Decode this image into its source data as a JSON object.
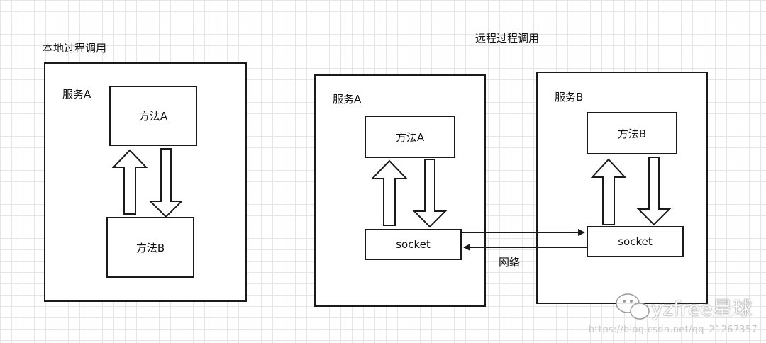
{
  "local": {
    "title": "本地过程调用",
    "service_label": "服务A",
    "method_a": "方法A",
    "method_b": "方法B"
  },
  "remote": {
    "title": "远程过程调用",
    "service_a": {
      "label": "服务A",
      "method": "方法A",
      "socket": "socket"
    },
    "service_b": {
      "label": "服务B",
      "method": "方法B",
      "socket": "socket"
    },
    "network_label": "网络"
  },
  "watermark": {
    "brand": "yzfree星球",
    "url": "https://blog.csdn.net/qq_21267357"
  },
  "colors": {
    "stroke": "#1a1a1a",
    "grid": "#e6e6e6",
    "background": "#ffffff"
  }
}
